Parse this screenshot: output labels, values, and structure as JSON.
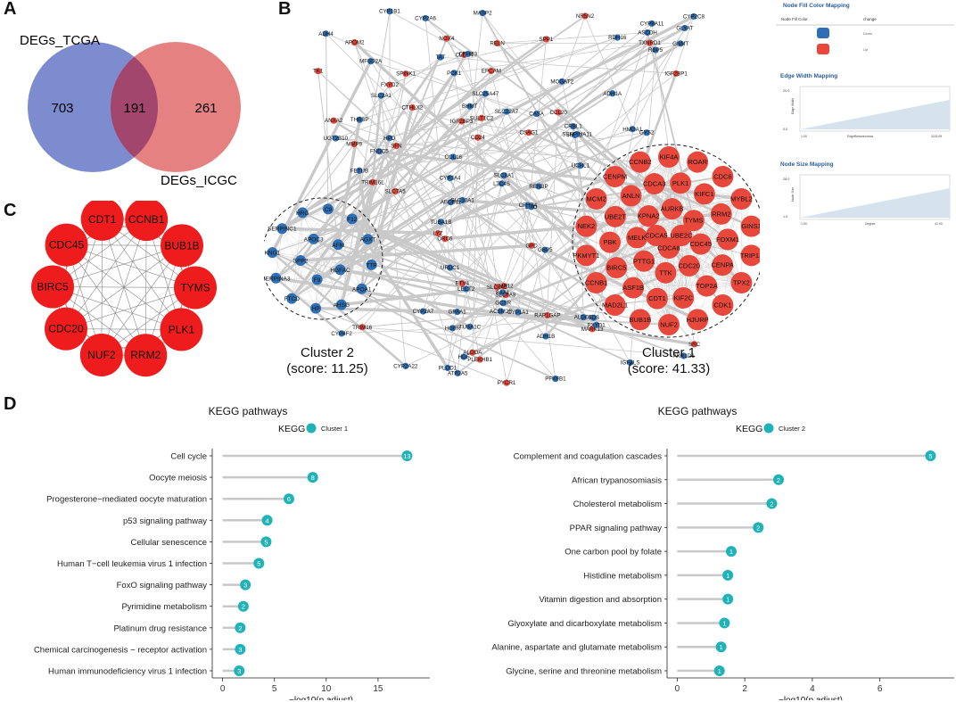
{
  "panels": {
    "A": "A",
    "B": "B",
    "C": "C",
    "D": "D"
  },
  "venn": {
    "set1_label": "DEGs_TCGA",
    "set2_label": "DEGs_ICGC",
    "only1": "703",
    "both": "191",
    "only2": "261",
    "colors": {
      "set1": "#6f7fc9",
      "set2": "#e26b6b",
      "overlap": "#a3466e"
    }
  },
  "hub_genes": {
    "color": "#ee1c1c",
    "genes": [
      "CCNB1",
      "BUB1B",
      "TYMS",
      "PLK1",
      "RRM2",
      "NUF2",
      "CDC20",
      "BIRC5",
      "CDC45",
      "CDT1"
    ]
  },
  "network": {
    "cluster1_label": "Cluster 1",
    "cluster1_score": "(score: 41.33)",
    "cluster2_label": "Cluster 2",
    "cluster2_score": "(score: 11.25)",
    "colors": {
      "up": "#e8473b",
      "down": "#2e6fb3",
      "edge": "#c9c9c9"
    },
    "cluster1_genes": [
      "KIF4A",
      "ROAR",
      "CDC6",
      "MYBL2",
      "GINS1",
      "TRIP13",
      "TPX2",
      "CDK1",
      "HJURP",
      "NUF2",
      "BUB1B",
      "MAD2L1",
      "CCNB1",
      "PKMYT1",
      "NEK2",
      "MCM2",
      "CENPM",
      "CCNB2",
      "PLK1",
      "KIFC1",
      "RRM2",
      "FOXM1",
      "CENPA",
      "TOP2A",
      "KIF2C",
      "CDT1",
      "ASF1B",
      "BIRC5",
      "PBK",
      "UBE2T",
      "ANLN",
      "CDCA3",
      "AURKB",
      "TYMS",
      "CDC45",
      "CDC20",
      "TTK",
      "PTTG1",
      "MELK",
      "KPNA2",
      "CDCA5",
      "CDCA8",
      "UBE2C"
    ],
    "cluster2_genes": [
      "HRG",
      "C9",
      "F12",
      "AGXT",
      "TTR",
      "APOA1",
      "AHSG",
      "HP",
      "FTCD",
      "SERPINA3",
      "KNG1",
      "SERPINC1",
      "APOC3",
      "AFM",
      "HGFAC",
      "F9",
      "SPP2"
    ],
    "other_nodes": [
      {
        "name": "SLC6A8",
        "c": "up"
      },
      {
        "name": "RAP1GAP",
        "c": "up"
      },
      {
        "name": "MARK13",
        "c": "up"
      },
      {
        "name": "FNDC5",
        "c": "down"
      },
      {
        "name": "SPINK1",
        "c": "up"
      },
      {
        "name": "CLDN4",
        "c": "up"
      },
      {
        "name": "RELN",
        "c": "up"
      },
      {
        "name": "GPAA1",
        "c": "down"
      },
      {
        "name": "CYP8A11",
        "c": "down"
      },
      {
        "name": "CYP2A7",
        "c": "down"
      },
      {
        "name": "CYP2A22",
        "c": "down"
      },
      {
        "name": "CYP2C8",
        "c": "down"
      },
      {
        "name": "SLC22A7",
        "c": "down"
      },
      {
        "name": "ETV4",
        "c": "up"
      },
      {
        "name": "FXYD1",
        "c": "down"
      },
      {
        "name": "CD24",
        "c": "up"
      },
      {
        "name": "RBP5",
        "c": "down"
      },
      {
        "name": "NR5N2",
        "c": "up"
      },
      {
        "name": "ADH1B",
        "c": "down"
      },
      {
        "name": "PLOD1",
        "c": "down"
      },
      {
        "name": "AKR1D1",
        "c": "down"
      },
      {
        "name": "CYP2A6",
        "c": "down"
      },
      {
        "name": "SLC2A1",
        "c": "down"
      },
      {
        "name": "TRIM16L",
        "c": "up"
      },
      {
        "name": "TRIM16",
        "c": "up"
      },
      {
        "name": "ADH1A",
        "c": "down"
      },
      {
        "name": "CYP4F2",
        "c": "down"
      },
      {
        "name": "SLC8A1",
        "c": "down"
      },
      {
        "name": "FXYD2",
        "c": "up"
      },
      {
        "name": "EPCAM",
        "c": "up"
      },
      {
        "name": "IGF2BP1",
        "c": "up"
      },
      {
        "name": "UCHL1",
        "c": "down"
      },
      {
        "name": "RDH16",
        "c": "down"
      },
      {
        "name": "ASCDH",
        "c": "down"
      },
      {
        "name": "SULT1C2",
        "c": "up"
      },
      {
        "name": "ALDOB",
        "c": "down"
      },
      {
        "name": "CYP3A4",
        "c": "down"
      },
      {
        "name": "NOX4",
        "c": "up"
      },
      {
        "name": "ABCB11",
        "c": "down"
      },
      {
        "name": "SLC10A1",
        "c": "down"
      },
      {
        "name": "CYP1B1",
        "c": "down"
      },
      {
        "name": "IGF2BP3",
        "c": "up"
      },
      {
        "name": "GCSR",
        "c": "down"
      },
      {
        "name": "SRC",
        "c": "up"
      },
      {
        "name": "HMGA1",
        "c": "down"
      },
      {
        "name": "TUBA1B",
        "c": "down"
      },
      {
        "name": "TUBA1C",
        "c": "down"
      },
      {
        "name": "THBSP",
        "c": "down"
      },
      {
        "name": "DAO",
        "c": "down"
      },
      {
        "name": "GYS2",
        "c": "down"
      },
      {
        "name": "TAT",
        "c": "down"
      },
      {
        "name": "GBP5",
        "c": "down"
      },
      {
        "name": "ADH4",
        "c": "down"
      },
      {
        "name": "CYP1A1",
        "c": "down"
      },
      {
        "name": "ANXA2",
        "c": "up"
      },
      {
        "name": "CTHLX2",
        "c": "up"
      },
      {
        "name": "CRBL1",
        "c": "down"
      },
      {
        "name": "HAO2",
        "c": "down"
      },
      {
        "name": "SDS",
        "c": "down"
      },
      {
        "name": "PCK1",
        "c": "down"
      },
      {
        "name": "UGT2B10",
        "c": "down"
      },
      {
        "name": "PFKFB1",
        "c": "down"
      },
      {
        "name": "SPP1",
        "c": "up"
      },
      {
        "name": "ORC6",
        "c": "up"
      },
      {
        "name": "TK1",
        "c": "up"
      },
      {
        "name": "LTC4S",
        "c": "down"
      },
      {
        "name": "CASA",
        "c": "down"
      },
      {
        "name": "GPD",
        "c": "up"
      },
      {
        "name": "MMP9",
        "c": "up"
      },
      {
        "name": "MASP2",
        "c": "down"
      },
      {
        "name": "GLYAT",
        "c": "down"
      },
      {
        "name": "FETUB",
        "c": "down"
      },
      {
        "name": "RENBP",
        "c": "down"
      },
      {
        "name": "TXNRD1",
        "c": "up"
      },
      {
        "name": "HPD",
        "c": "down"
      },
      {
        "name": "SERPINA11",
        "c": "down"
      },
      {
        "name": "BHMT",
        "c": "down"
      },
      {
        "name": "SFN",
        "c": "up"
      },
      {
        "name": "ALDOA",
        "c": "up"
      },
      {
        "name": "LYZ",
        "c": "up"
      },
      {
        "name": "ACSM2B",
        "c": "down"
      },
      {
        "name": "ATP2A5",
        "c": "down"
      },
      {
        "name": "SAA1",
        "c": "down"
      },
      {
        "name": "GNMT",
        "c": "down"
      },
      {
        "name": "HGF",
        "c": "down"
      },
      {
        "name": "IGFALS",
        "c": "down"
      },
      {
        "name": "URDC1",
        "c": "down"
      },
      {
        "name": "HGFR",
        "c": "down"
      },
      {
        "name": "MOGAT2",
        "c": "down"
      },
      {
        "name": "MMP12",
        "c": "up"
      },
      {
        "name": "CSAG1",
        "c": "up"
      },
      {
        "name": "SLC6A3",
        "c": "up"
      },
      {
        "name": "PYCR1",
        "c": "up"
      },
      {
        "name": "CCL20",
        "c": "up"
      },
      {
        "name": "SLC7A5",
        "c": "up"
      },
      {
        "name": "MFSD2A",
        "c": "down"
      },
      {
        "name": "LECT2",
        "c": "down"
      },
      {
        "name": "COL16",
        "c": "down"
      },
      {
        "name": "SLC25A47",
        "c": "down"
      },
      {
        "name": "APOM2",
        "c": "up"
      },
      {
        "name": "CFHR3",
        "c": "down"
      },
      {
        "name": "PLEKHB1",
        "c": "up"
      },
      {
        "name": "CFHR4",
        "c": "down"
      }
    ]
  },
  "legend": {
    "fill_title": "Node Fill Color Mapping",
    "fill_col1": "Node Fill Color",
    "fill_col2": "change",
    "fill_items": [
      {
        "color": "#2e6fb3",
        "label": "Down"
      },
      {
        "color": "#e8473b",
        "label": "Up"
      }
    ],
    "edge_title": "Edge Width Mapping",
    "edge_axis": "EdgeBetweenness",
    "edge_ylabel": "Edge Width",
    "edge_max": "20.0",
    "edge_min": "0.0",
    "edge_xmin": "1.00",
    "edge_xmax": "1115.09",
    "size_title": "Node Size Mapping",
    "size_axis": "Degree",
    "size_ylabel": "Node Size",
    "size_max": "28.0",
    "size_min": "1.0",
    "size_xmin": "1.00",
    "size_xmax": "41.00"
  },
  "chart_data": [
    {
      "type": "scatter",
      "title": "KEGG pathways",
      "legend_title": "KEGG",
      "series": [
        {
          "name": "Cluster 1"
        }
      ],
      "xlabel": "−log10(p.adjust)",
      "xlim": [
        -1,
        20
      ],
      "xticks": [
        0,
        5,
        10,
        15
      ],
      "point_color": "#1fb3b8",
      "categories": [
        "Cell cycle",
        "Oocyte meiosis",
        "Progesterone−mediated oocyte maturation",
        "p53 signaling pathway",
        "Cellular senescence",
        "Human T−cell leukemia virus 1 infection",
        "FoxO signaling pathway",
        "Pyrimidine metabolism",
        "Platinum drug resistance",
        "Chemical carcinogenesis − receptor activation",
        "Human immunodeficiency virus 1 infection"
      ],
      "values": [
        17.8,
        8.7,
        6.4,
        4.3,
        4.2,
        3.5,
        2.2,
        2.0,
        1.7,
        1.7,
        1.6
      ],
      "counts": [
        13,
        8,
        6,
        4,
        5,
        5,
        3,
        2,
        2,
        3,
        3
      ]
    },
    {
      "type": "scatter",
      "title": "KEGG pathways",
      "legend_title": "KEGG",
      "series": [
        {
          "name": "Cluster 2"
        }
      ],
      "xlabel": "−log10(p.adjust)",
      "xlim": [
        -0.3,
        8.2
      ],
      "xticks": [
        0,
        2,
        4,
        6
      ],
      "point_color": "#1fb3b8",
      "categories": [
        "Complement and coagulation cascades",
        "African trypanosomiasis",
        "Cholesterol metabolism",
        "PPAR signaling pathway",
        "One carbon pool by folate",
        "Histidine metabolism",
        "Vitamin digestion and absorption",
        "Glyoxylate and dicarboxylate metabolism",
        "Alanine, aspartate and glutamate metabolism",
        "Glycine, serine and threonine metabolism"
      ],
      "values": [
        7.5,
        3.0,
        2.8,
        2.4,
        1.6,
        1.5,
        1.5,
        1.4,
        1.3,
        1.25
      ],
      "counts": [
        5,
        2,
        2,
        2,
        1,
        1,
        1,
        1,
        1,
        1
      ]
    }
  ]
}
